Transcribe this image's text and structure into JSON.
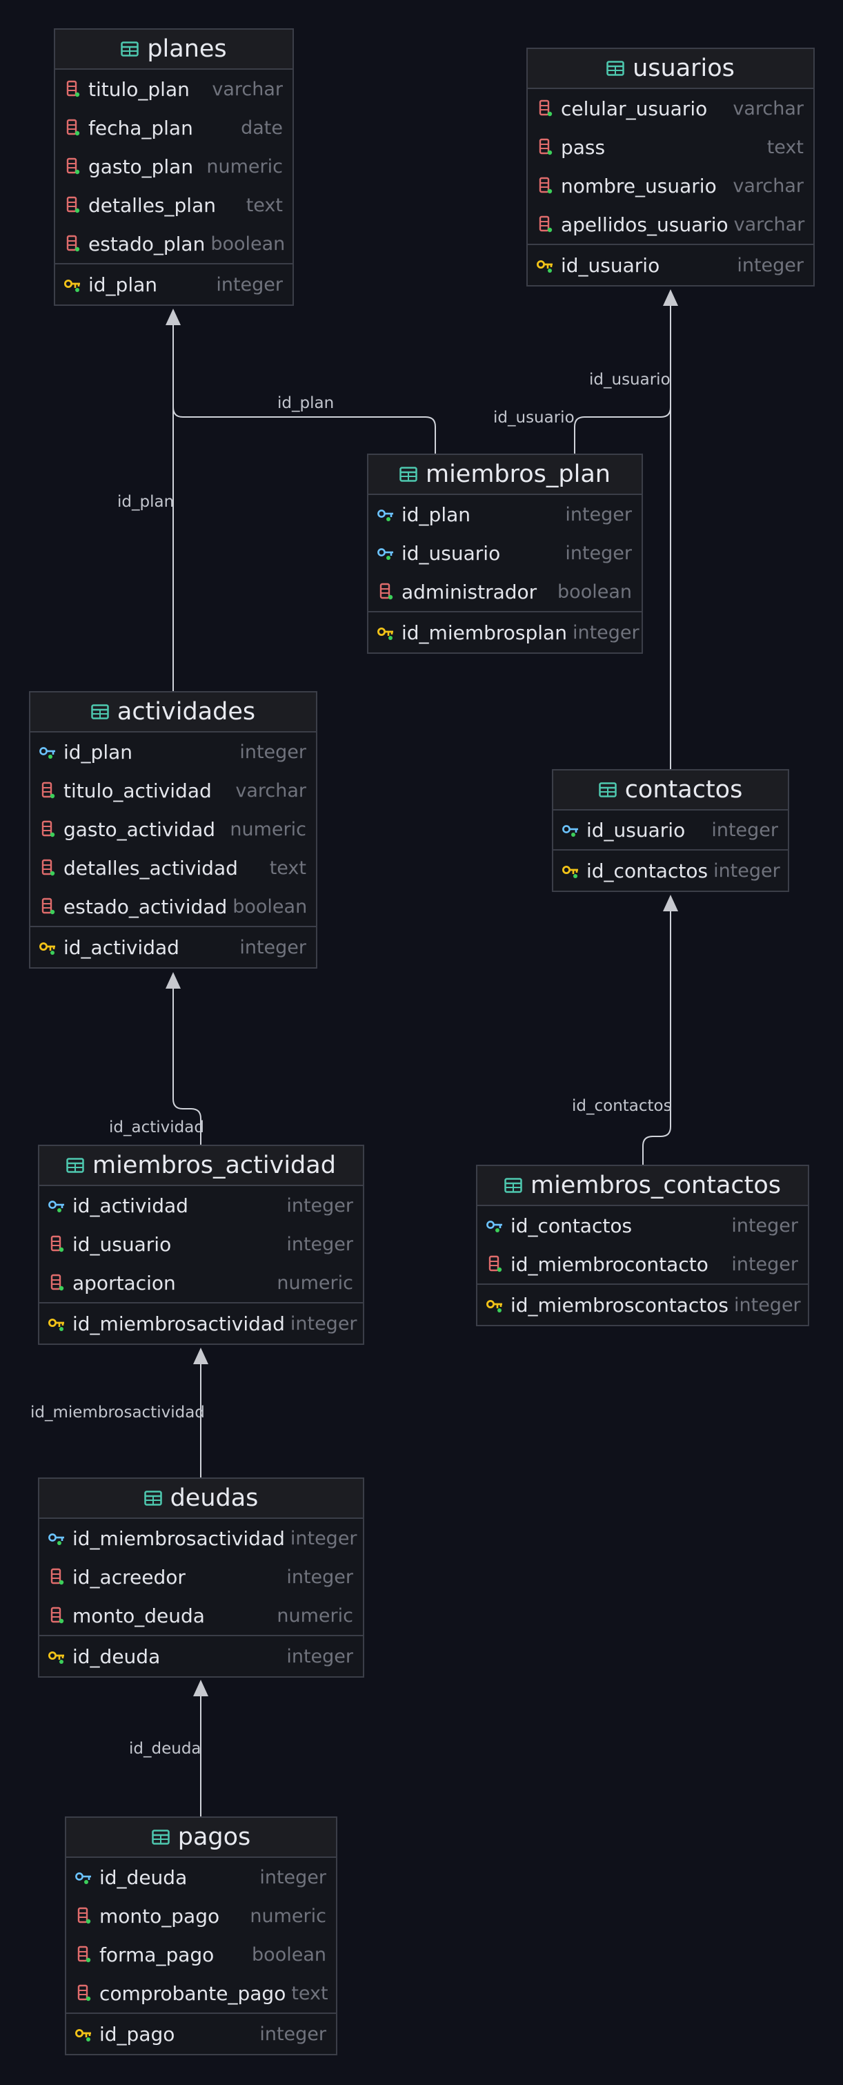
{
  "colors": {
    "background": "#0f111a",
    "column_icon": "#e06c6c",
    "foreign_key_icon": "#6cc4ff",
    "primary_key_icon": "#f2c318",
    "not_null_dot": "#3ccf5a",
    "table_icon": "#4ec9b0",
    "edge": "#d0d3da"
  },
  "entities": [
    {
      "name": "planes",
      "fields": [
        {
          "name": "titulo_plan",
          "type": "varchar",
          "kind": "column"
        },
        {
          "name": "fecha_plan",
          "type": "date",
          "kind": "column"
        },
        {
          "name": "gasto_plan",
          "type": "numeric",
          "kind": "column"
        },
        {
          "name": "detalles_plan",
          "type": "text",
          "kind": "column"
        },
        {
          "name": "estado_plan",
          "type": "boolean",
          "kind": "column"
        },
        {
          "name": "id_plan",
          "type": "integer",
          "kind": "pk"
        }
      ]
    },
    {
      "name": "usuarios",
      "fields": [
        {
          "name": "celular_usuario",
          "type": "varchar",
          "kind": "column"
        },
        {
          "name": "pass",
          "type": "text",
          "kind": "column"
        },
        {
          "name": "nombre_usuario",
          "type": "varchar",
          "kind": "column"
        },
        {
          "name": "apellidos_usuario",
          "type": "varchar",
          "kind": "column"
        },
        {
          "name": "id_usuario",
          "type": "integer",
          "kind": "pk"
        }
      ]
    },
    {
      "name": "miembros_plan",
      "fields": [
        {
          "name": "id_plan",
          "type": "integer",
          "kind": "fk"
        },
        {
          "name": "id_usuario",
          "type": "integer",
          "kind": "fk"
        },
        {
          "name": "administrador",
          "type": "boolean",
          "kind": "column"
        },
        {
          "name": "id_miembrosplan",
          "type": "integer",
          "kind": "pk"
        }
      ]
    },
    {
      "name": "actividades",
      "fields": [
        {
          "name": "id_plan",
          "type": "integer",
          "kind": "fk"
        },
        {
          "name": "titulo_actividad",
          "type": "varchar",
          "kind": "column"
        },
        {
          "name": "gasto_actividad",
          "type": "numeric",
          "kind": "column"
        },
        {
          "name": "detalles_actividad",
          "type": "text",
          "kind": "column"
        },
        {
          "name": "estado_actividad",
          "type": "boolean",
          "kind": "column"
        },
        {
          "name": "id_actividad",
          "type": "integer",
          "kind": "pk"
        }
      ]
    },
    {
      "name": "contactos",
      "fields": [
        {
          "name": "id_usuario",
          "type": "integer",
          "kind": "fk"
        },
        {
          "name": "id_contactos",
          "type": "integer",
          "kind": "pk"
        }
      ]
    },
    {
      "name": "miembros_actividad",
      "fields": [
        {
          "name": "id_actividad",
          "type": "integer",
          "kind": "fk"
        },
        {
          "name": "id_usuario",
          "type": "integer",
          "kind": "column"
        },
        {
          "name": "aportacion",
          "type": "numeric",
          "kind": "column"
        },
        {
          "name": "id_miembrosactividad",
          "type": "integer",
          "kind": "pk"
        }
      ]
    },
    {
      "name": "miembros_contactos",
      "fields": [
        {
          "name": "id_contactos",
          "type": "integer",
          "kind": "fk"
        },
        {
          "name": "id_miembrocontacto",
          "type": "integer",
          "kind": "column"
        },
        {
          "name": "id_miembroscontactos",
          "type": "integer",
          "kind": "pk"
        }
      ]
    },
    {
      "name": "deudas",
      "fields": [
        {
          "name": "id_miembrosactividad",
          "type": "integer",
          "kind": "fk"
        },
        {
          "name": "id_acreedor",
          "type": "integer",
          "kind": "column"
        },
        {
          "name": "monto_deuda",
          "type": "numeric",
          "kind": "column"
        },
        {
          "name": "id_deuda",
          "type": "integer",
          "kind": "pk"
        }
      ]
    },
    {
      "name": "pagos",
      "fields": [
        {
          "name": "id_deuda",
          "type": "integer",
          "kind": "fk"
        },
        {
          "name": "monto_pago",
          "type": "numeric",
          "kind": "column"
        },
        {
          "name": "forma_pago",
          "type": "boolean",
          "kind": "column"
        },
        {
          "name": "comprobante_pago",
          "type": "text",
          "kind": "column"
        },
        {
          "name": "id_pago",
          "type": "integer",
          "kind": "pk"
        }
      ]
    }
  ],
  "relationships": [
    {
      "from": "miembros_plan",
      "to": "planes",
      "label": "id_plan"
    },
    {
      "from": "miembros_plan",
      "to": "usuarios",
      "label": "id_usuario"
    },
    {
      "from": "actividades",
      "to": "planes",
      "label": "id_plan"
    },
    {
      "from": "contactos",
      "to": "usuarios",
      "label": "id_usuario"
    },
    {
      "from": "miembros_actividad",
      "to": "actividades",
      "label": "id_actividad"
    },
    {
      "from": "miembros_contactos",
      "to": "contactos",
      "label": "id_contactos"
    },
    {
      "from": "deudas",
      "to": "miembros_actividad",
      "label": "id_miembrosactividad"
    },
    {
      "from": "pagos",
      "to": "deudas",
      "label": "id_deuda"
    }
  ]
}
